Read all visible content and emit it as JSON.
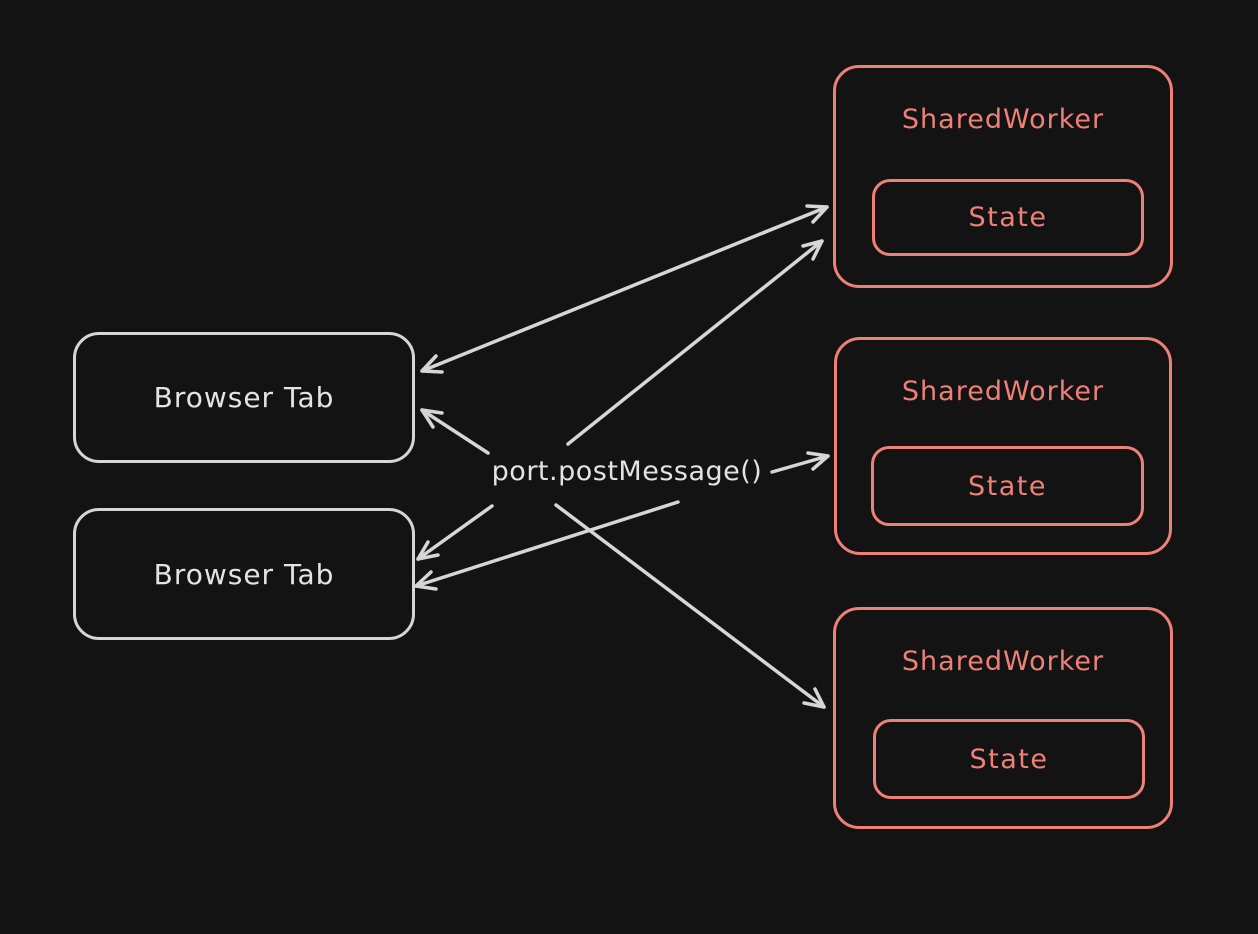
{
  "canvas": {
    "background": "#131313",
    "stroke_light": "#d6d6d6",
    "text_light": "#e3e3e3",
    "accent": "#ee8077"
  },
  "center_label": "port.postMessage()",
  "browser_tabs": [
    {
      "label": "Browser Tab"
    },
    {
      "label": "Browser Tab"
    }
  ],
  "workers": [
    {
      "label": "SharedWorker",
      "state": "State"
    },
    {
      "label": "SharedWorker",
      "state": "State"
    },
    {
      "label": "SharedWorker",
      "state": "State"
    }
  ],
  "arrows": [
    {
      "name": "arrow-tab1-worker1",
      "from": "browser-tab-1",
      "to": "shared-worker-1",
      "heads": "both"
    },
    {
      "name": "arrow-center-worker1",
      "from": "port.postMessage()",
      "to": "shared-worker-1",
      "heads": "end"
    },
    {
      "name": "arrow-center-tab1",
      "from": "port.postMessage()",
      "to": "browser-tab-1",
      "heads": "end"
    },
    {
      "name": "arrow-center-tab2",
      "from": "port.postMessage()",
      "to": "browser-tab-2",
      "heads": "end"
    },
    {
      "name": "arrow-right-tab2",
      "from": "port.postMessage()",
      "to": "browser-tab-2",
      "heads": "end"
    },
    {
      "name": "arrow-center-worker3",
      "from": "port.postMessage()",
      "to": "shared-worker-3",
      "heads": "end"
    },
    {
      "name": "arrow-center-worker2",
      "from": "port.postMessage()",
      "to": "shared-worker-2",
      "heads": "end"
    }
  ]
}
